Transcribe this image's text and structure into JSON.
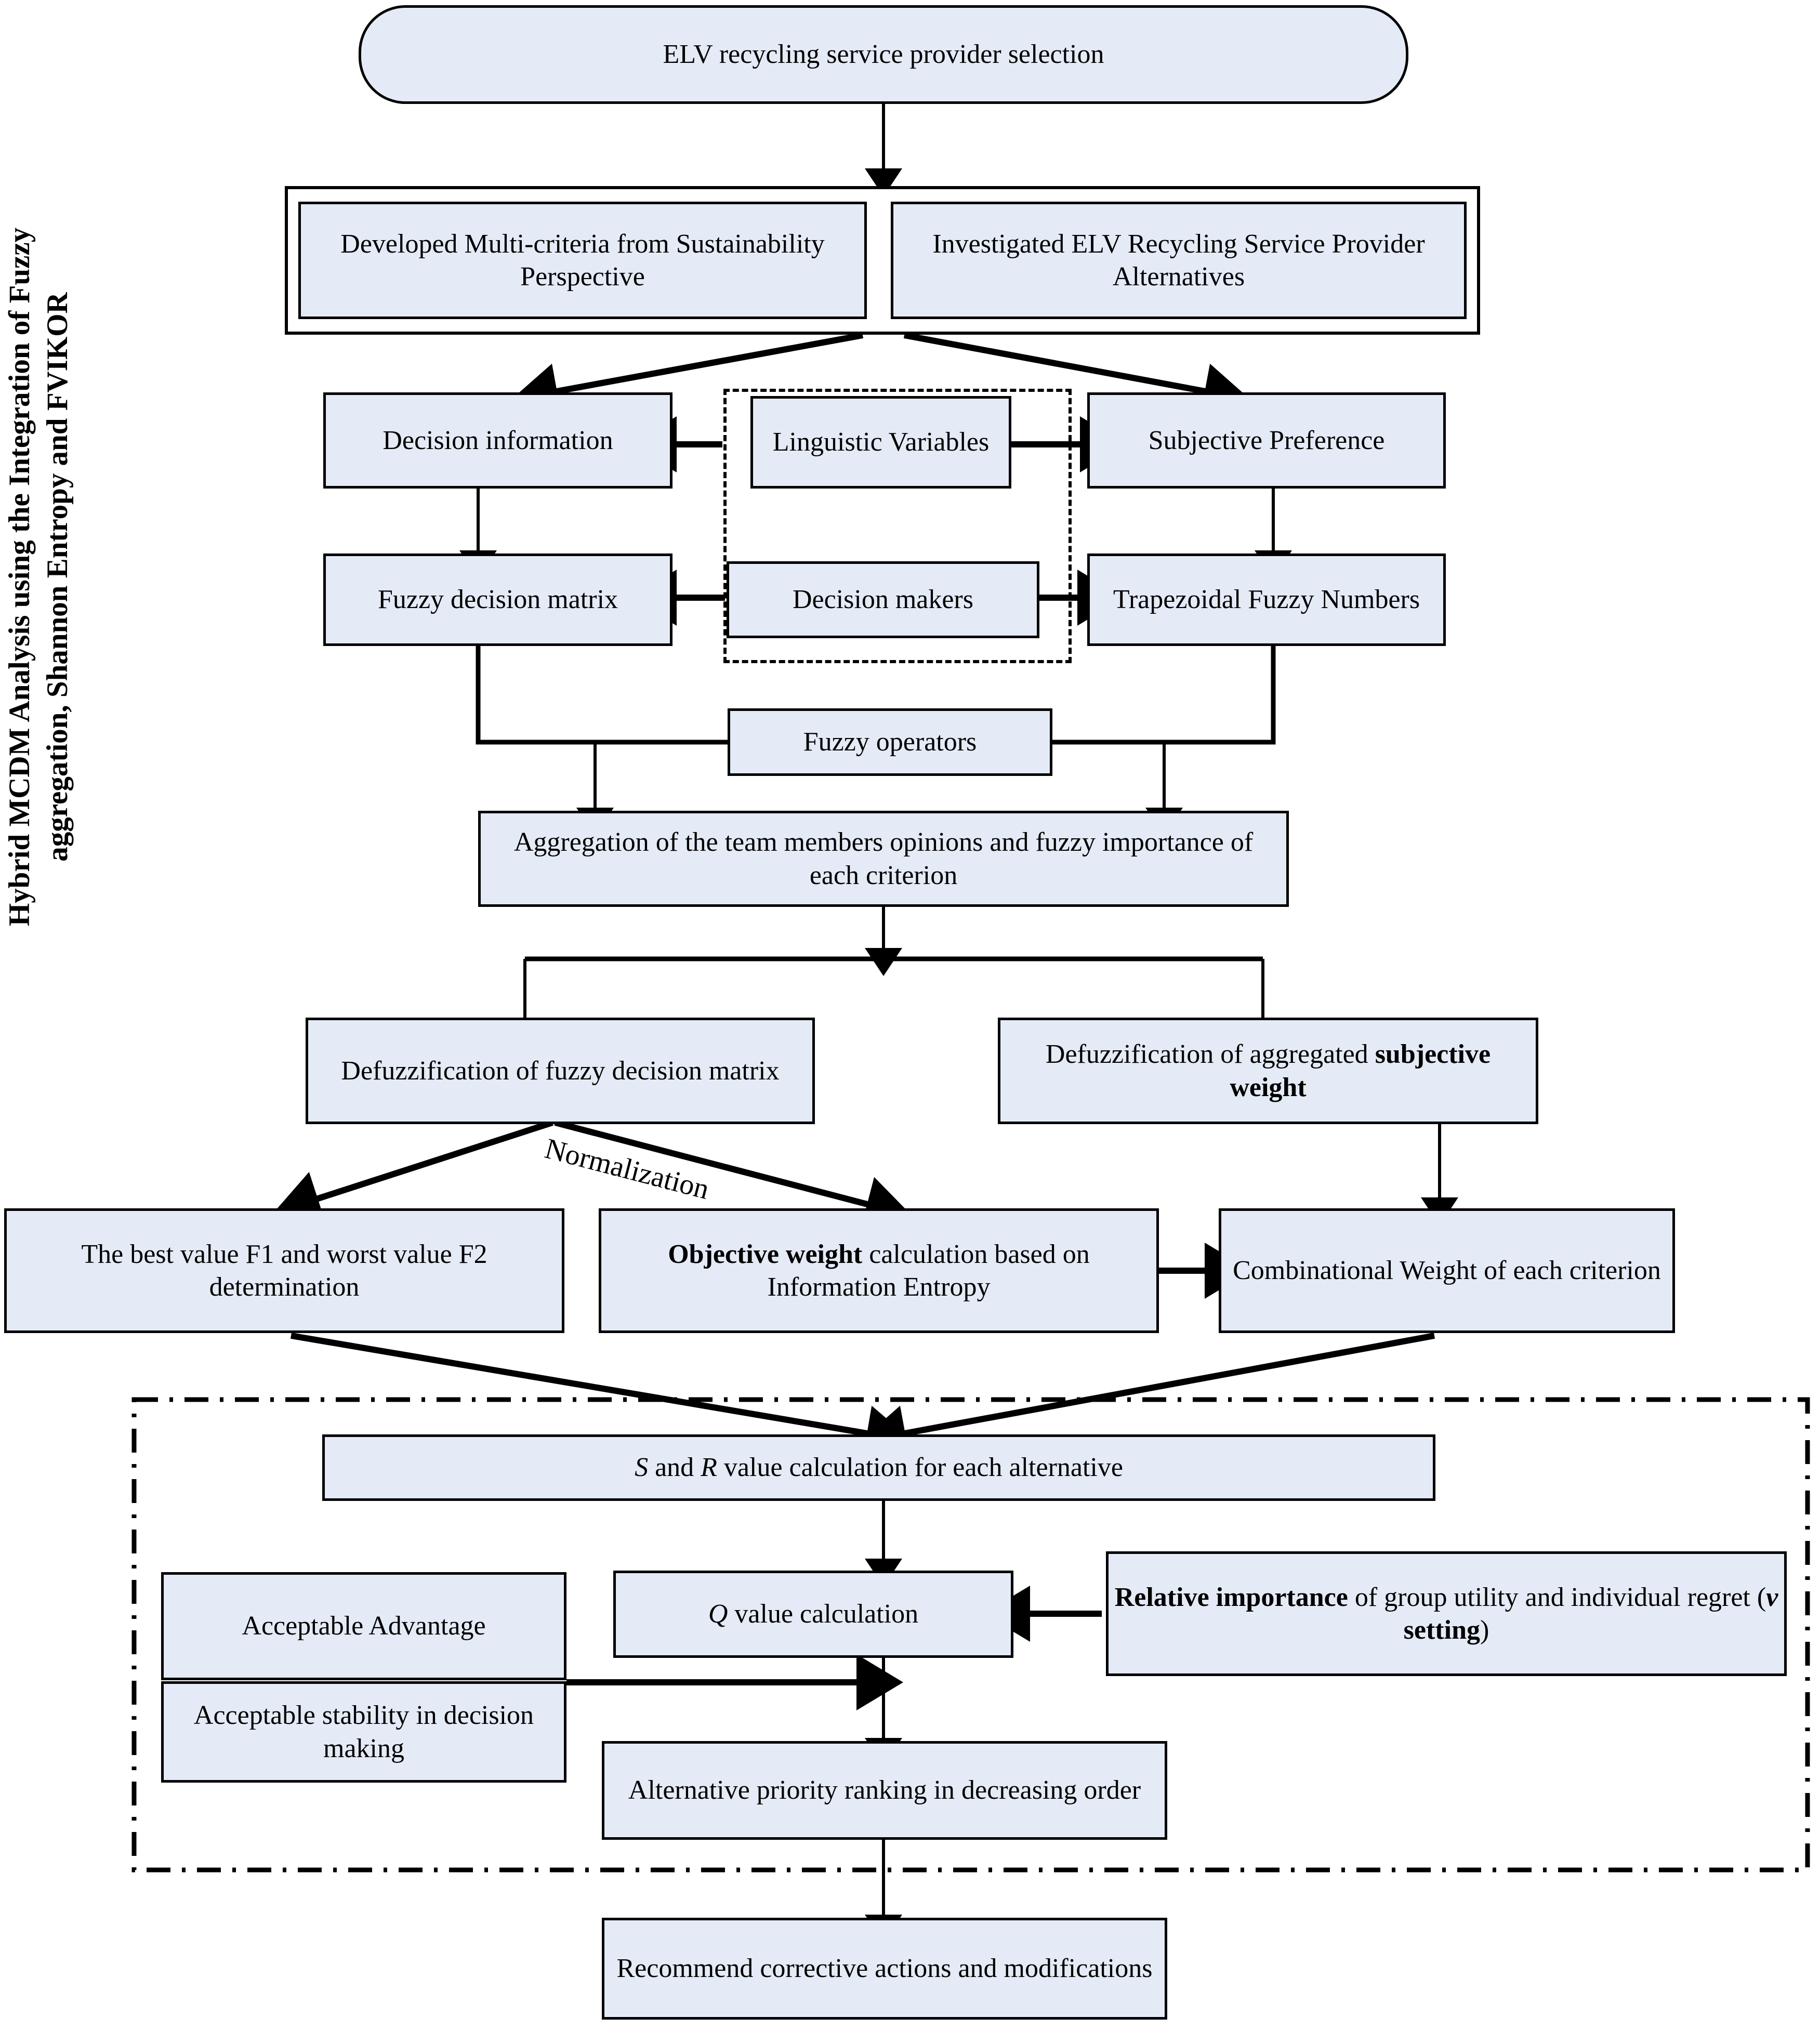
{
  "figure": {
    "side_title": "Hybrid MCDM Analysis using the Integration of Fuzzy\naggregation, Shannon Entropy and FVIKOR",
    "accent_fill": "#e4ebf6",
    "line_color": "#000000"
  },
  "nodes": {
    "start": "ELV recycling service provider selection",
    "criteria": "Developed Multi-criteria from Sustainability Perspective",
    "alternatives": "Investigated ELV Recycling Service Provider Alternatives",
    "decision_information": "Decision information",
    "linguistic_variables": "Linguistic Variables",
    "subjective_preference": "Subjective Preference",
    "fuzzy_decision_matrix": "Fuzzy decision matrix",
    "decision_makers": "Decision makers",
    "trapezoidal_fuzzy_numbers": "Trapezoidal Fuzzy Numbers",
    "fuzzy_operators": "Fuzzy operators",
    "aggregation": "Aggregation of the team members opinions and fuzzy importance of each criterion",
    "defuzz_matrix": "Defuzzification of fuzzy decision matrix",
    "defuzz_subjective_pre": "Defuzzification of aggregated ",
    "defuzz_subjective_bold": "subjective weight",
    "best_worst": "The best value F1 and worst value F2 determination",
    "objective_weight_bold": "Objective weight",
    "objective_weight_rest": " calculation based on Information Entropy",
    "combinational_weight": "Combinational Weight of each criterion",
    "sr_value_pre": "",
    "sr_value_s": "S",
    "sr_value_mid": " and ",
    "sr_value_r": "R",
    "sr_value_post": " value calculation for each alternative",
    "q_value_q": "Q",
    "q_value_rest": " value calculation",
    "relative_importance_bold": "Relative importance",
    "relative_importance_rest": " of group utility and individual regret (",
    "relative_importance_v": "v",
    "relative_importance_setting": " setting",
    "relative_importance_end": ")",
    "acceptable_advantage": "Acceptable Advantage",
    "acceptable_stability": "Acceptable stability in decision making",
    "alternative_ranking": "Alternative priority ranking in decreasing order",
    "recommend": "Recommend corrective actions and modifications"
  },
  "edge_labels": {
    "normalization": "Normalization"
  }
}
